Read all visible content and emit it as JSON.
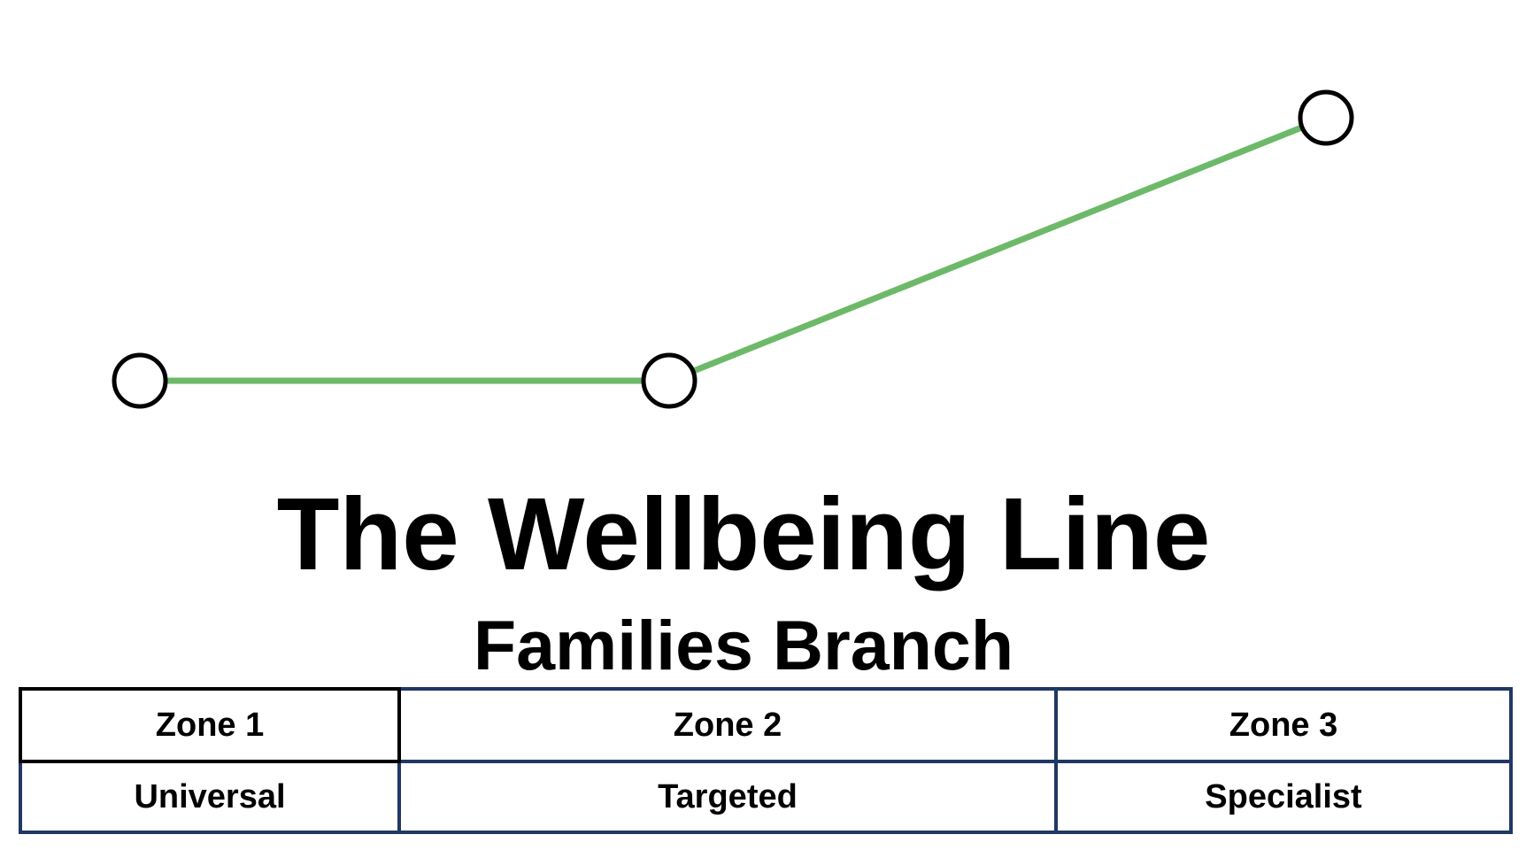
{
  "diagram": {
    "title": "The Wellbeing Line",
    "subtitle": "Families Branch",
    "line_color": "#6db96a",
    "station_stroke_color": "#000000",
    "station_fill_color": "#ffffff",
    "stations": [
      "station-1",
      "station-2",
      "station-3"
    ]
  },
  "table": {
    "border_color": "#1f3864",
    "zones": [
      {
        "zone": "Zone 1",
        "tier": "Universal"
      },
      {
        "zone": "Zone 2",
        "tier": "Targeted"
      },
      {
        "zone": "Zone 3",
        "tier": "Specialist"
      }
    ]
  }
}
